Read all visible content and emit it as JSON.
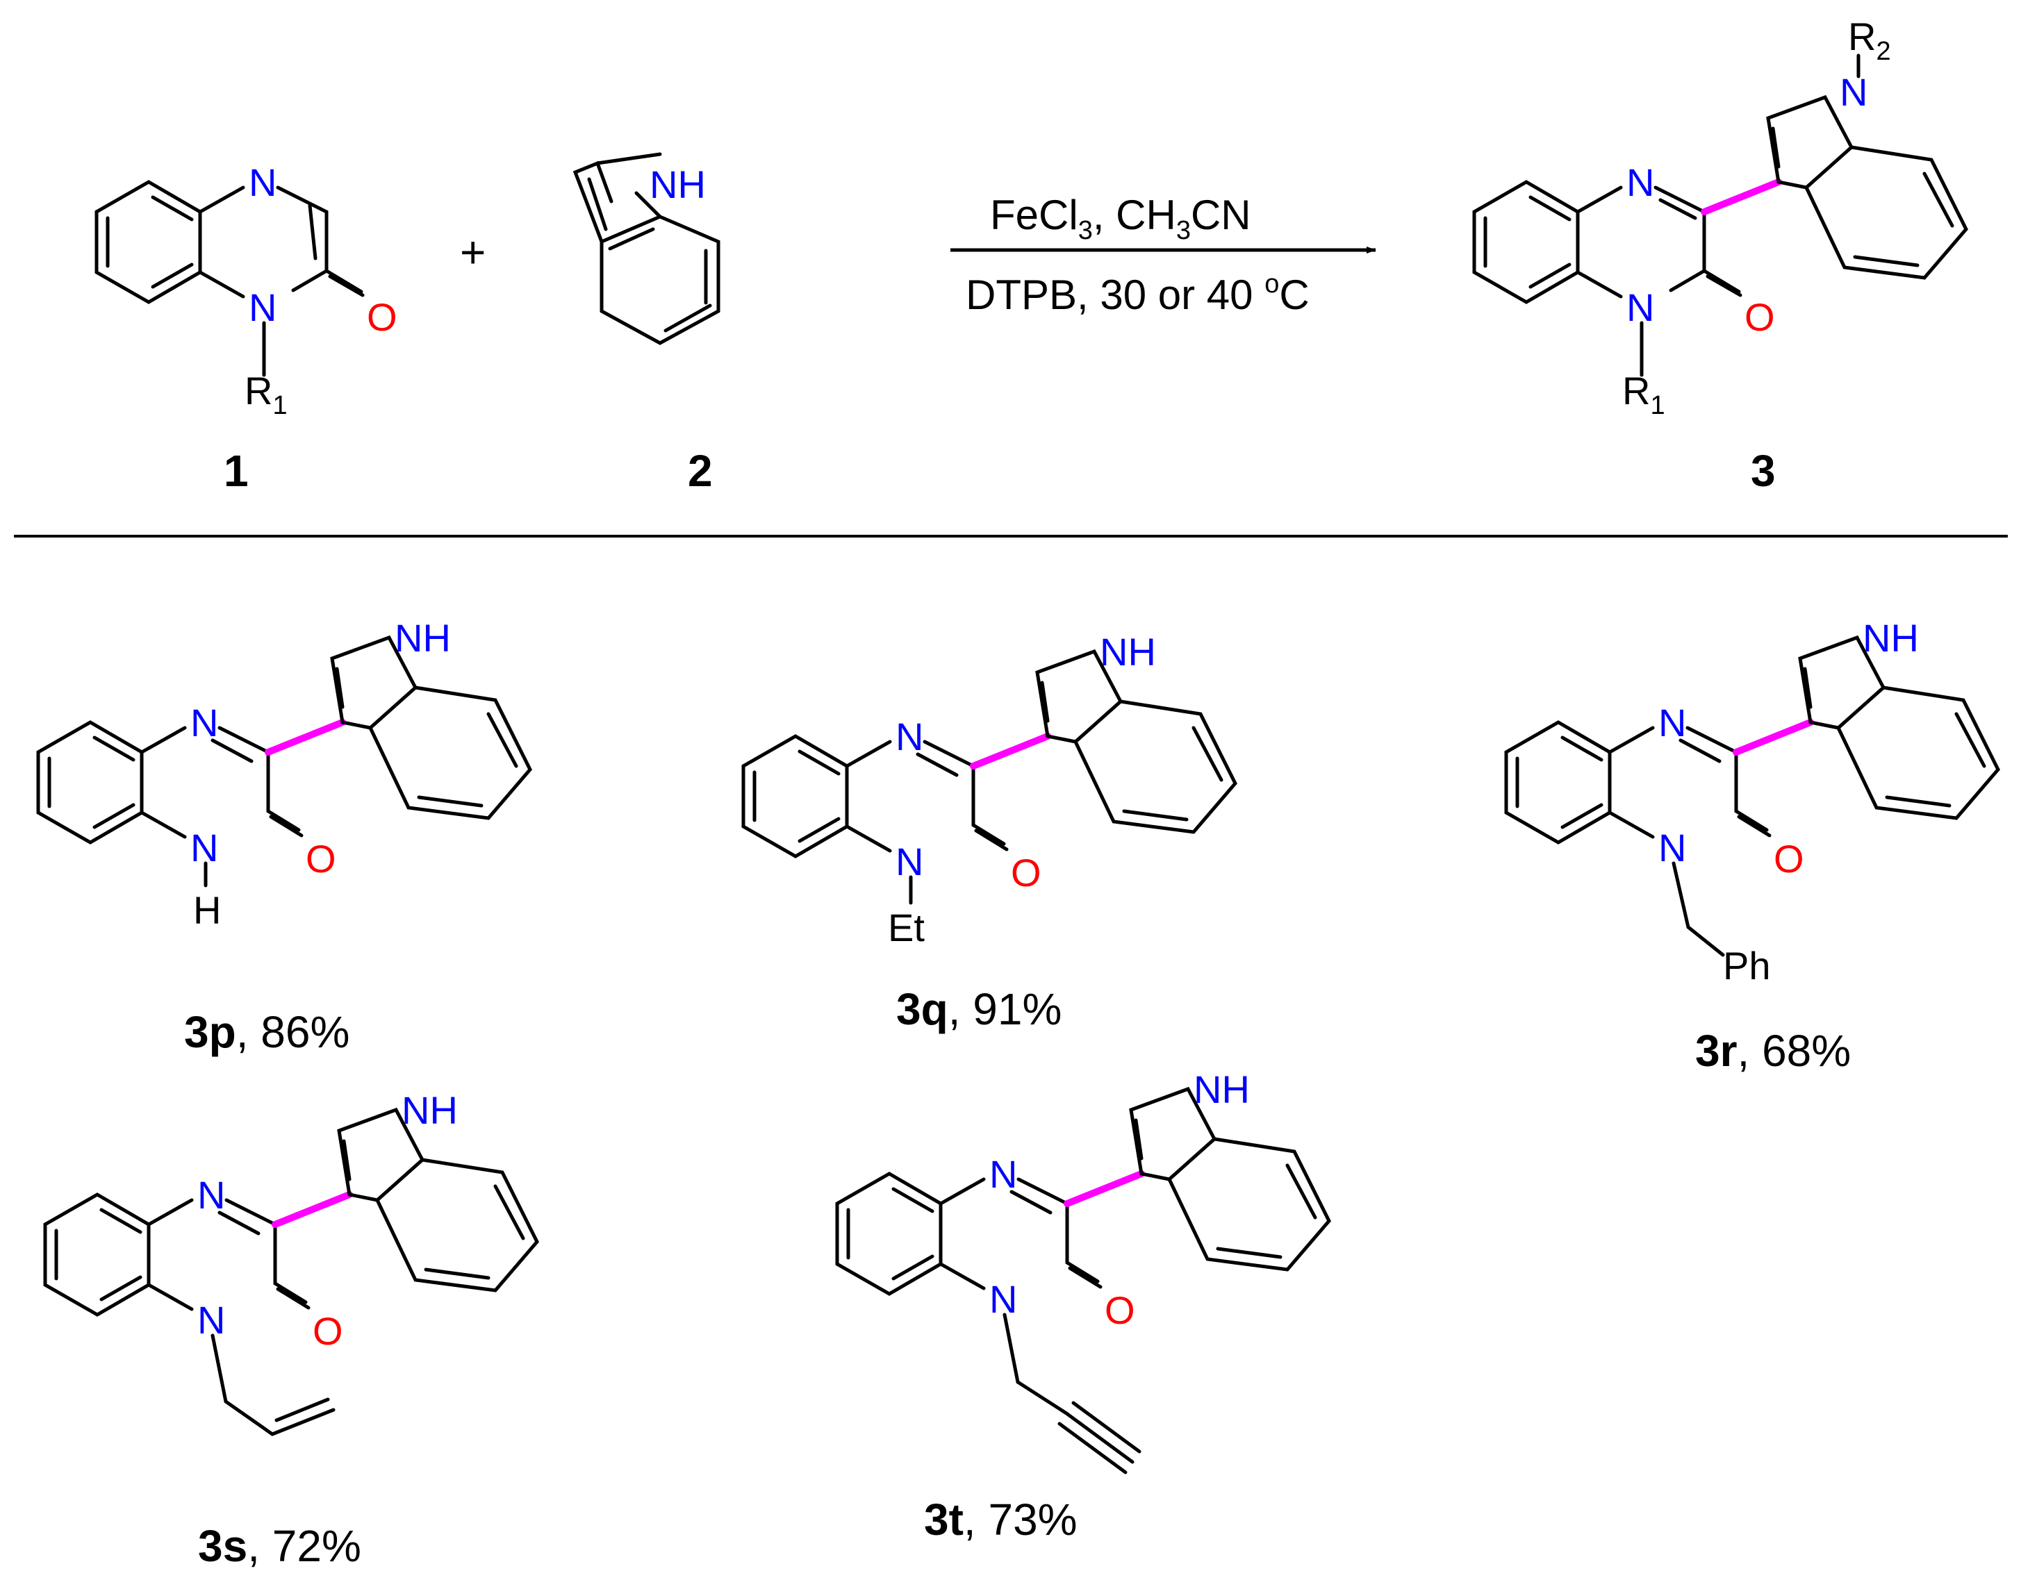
{
  "colors": {
    "nitrogen": "#0000ff",
    "oxygen": "#ff0000",
    "new_bond": "#ff00ff",
    "bond": "#000000"
  },
  "scheme": {
    "plus": "+",
    "conditions": {
      "line1_a": "FeCl",
      "line1_sub1": "3",
      "line1_b": ", CH",
      "line1_sub2": "3",
      "line1_c": "CN",
      "line2_a": "DTPB, 30 or 40 ",
      "line2_sup": "o",
      "line2_b": "C"
    },
    "compound1": {
      "label": "1",
      "N_top": "N",
      "N_bottom": "N",
      "O": "O",
      "R": "R",
      "R_sub": "1"
    },
    "compound2": {
      "label": "2",
      "NH": "NH"
    },
    "compound3": {
      "label": "3",
      "N_top": "N",
      "N_bottom": "N",
      "O": "O",
      "R1": "R",
      "R1_sub": "1",
      "N_indole": "N",
      "R2": "R",
      "R2_sub": "2"
    }
  },
  "examples": [
    {
      "id": "3p",
      "yield": ", 86%",
      "N_top": "N",
      "NH_indole": "NH",
      "O": "O",
      "N_bottom": "N",
      "substituent": "H"
    },
    {
      "id": "3q",
      "yield": ", 91%",
      "N_top": "N",
      "NH_indole": "NH",
      "O": "O",
      "N_bottom": "N",
      "substituent": "Et"
    },
    {
      "id": "3r",
      "yield": ", 68%",
      "N_top": "N",
      "NH_indole": "NH",
      "O": "O",
      "N_bottom": "N",
      "substituent": "Ph"
    },
    {
      "id": "3s",
      "yield": ", 72%",
      "N_top": "N",
      "NH_indole": "NH",
      "O": "O",
      "N_bottom": "N"
    },
    {
      "id": "3t",
      "yield": ", 73%",
      "N_top": "N",
      "NH_indole": "NH",
      "O": "O",
      "N_bottom": "N"
    }
  ]
}
